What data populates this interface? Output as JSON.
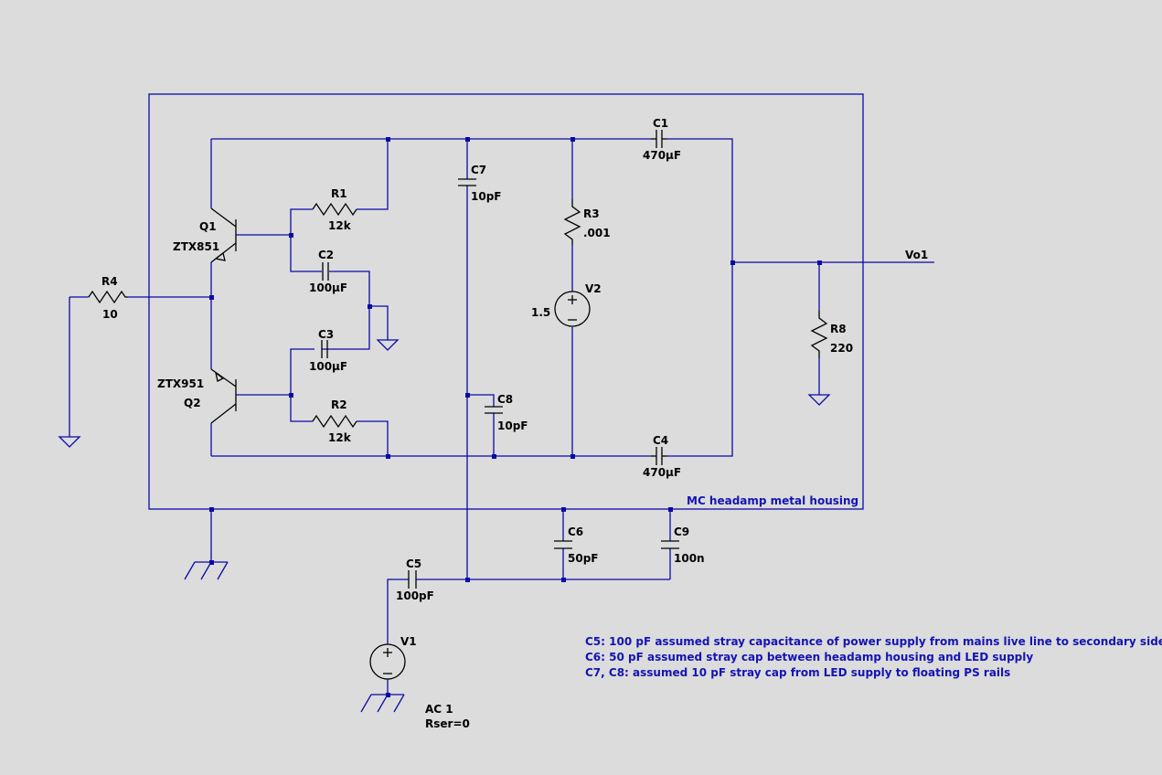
{
  "components": {
    "q1": {
      "name": "Q1",
      "model": "ZTX851"
    },
    "q2": {
      "name": "Q2",
      "model": "ZTX951"
    },
    "r1": {
      "name": "R1",
      "value": "12k"
    },
    "r2": {
      "name": "R2",
      "value": "12k"
    },
    "r3": {
      "name": "R3",
      "value": ".001"
    },
    "r4": {
      "name": "R4",
      "value": "10"
    },
    "r8": {
      "name": "R8",
      "value": "220"
    },
    "c1": {
      "name": "C1",
      "value": "470µF"
    },
    "c2": {
      "name": "C2",
      "value": "100µF"
    },
    "c3": {
      "name": "C3",
      "value": "100µF"
    },
    "c4": {
      "name": "C4",
      "value": "470µF"
    },
    "c5": {
      "name": "C5",
      "value": "100pF"
    },
    "c6": {
      "name": "C6",
      "value": "50pF"
    },
    "c7": {
      "name": "C7",
      "value": "10pF"
    },
    "c8": {
      "name": "C8",
      "value": "10pF"
    },
    "c9": {
      "name": "C9",
      "value": "100n"
    },
    "v1": {
      "name": "V1",
      "value1": "AC 1",
      "value2": "Rser=0"
    },
    "v2": {
      "name": "V2",
      "value": "1.5"
    }
  },
  "net_labels": {
    "output": "Vo1"
  },
  "housing_label": "MC headamp metal housing",
  "notes": [
    "C5: 100 pF assumed stray capacitance of power supply from mains live line to secondary side",
    "C6: 50 pF assumed stray cap between headamp housing and LED supply",
    "C7, C8: assumed 10 pF stray cap from LED supply to floating PS rails"
  ],
  "colors": {
    "wire": "#0a0aa8",
    "component": "#000000",
    "annotation": "#1414b4",
    "background": "#dcdcdc"
  }
}
